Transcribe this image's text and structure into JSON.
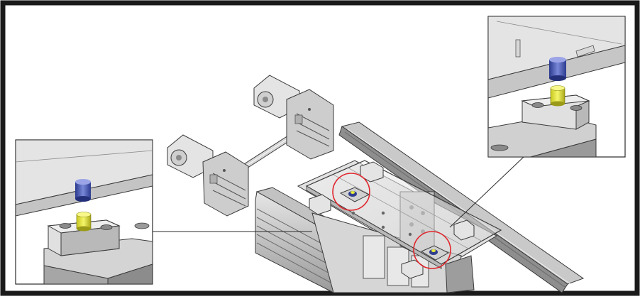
{
  "figure": {
    "type": "technical-isometric-illustration",
    "frame_color": "#1a1a1a",
    "background_color": "#ffffff",
    "highlight_circle_color": "#e0262c",
    "colors": {
      "body_light": "#dcdcdc",
      "body_mid": "#bdbdbd",
      "body_dark": "#8f8f8f",
      "outline": "#3a3a3a",
      "pin_yellow": "#e9e93a",
      "bushing_blue": "#4a5bb8"
    },
    "callouts": [
      {
        "name": "left-detail-callout",
        "shows": "locating-pin-and-bushing"
      },
      {
        "name": "right-detail-callout",
        "shows": "locating-pin-and-bushing"
      }
    ],
    "highlighted_points": 2
  }
}
